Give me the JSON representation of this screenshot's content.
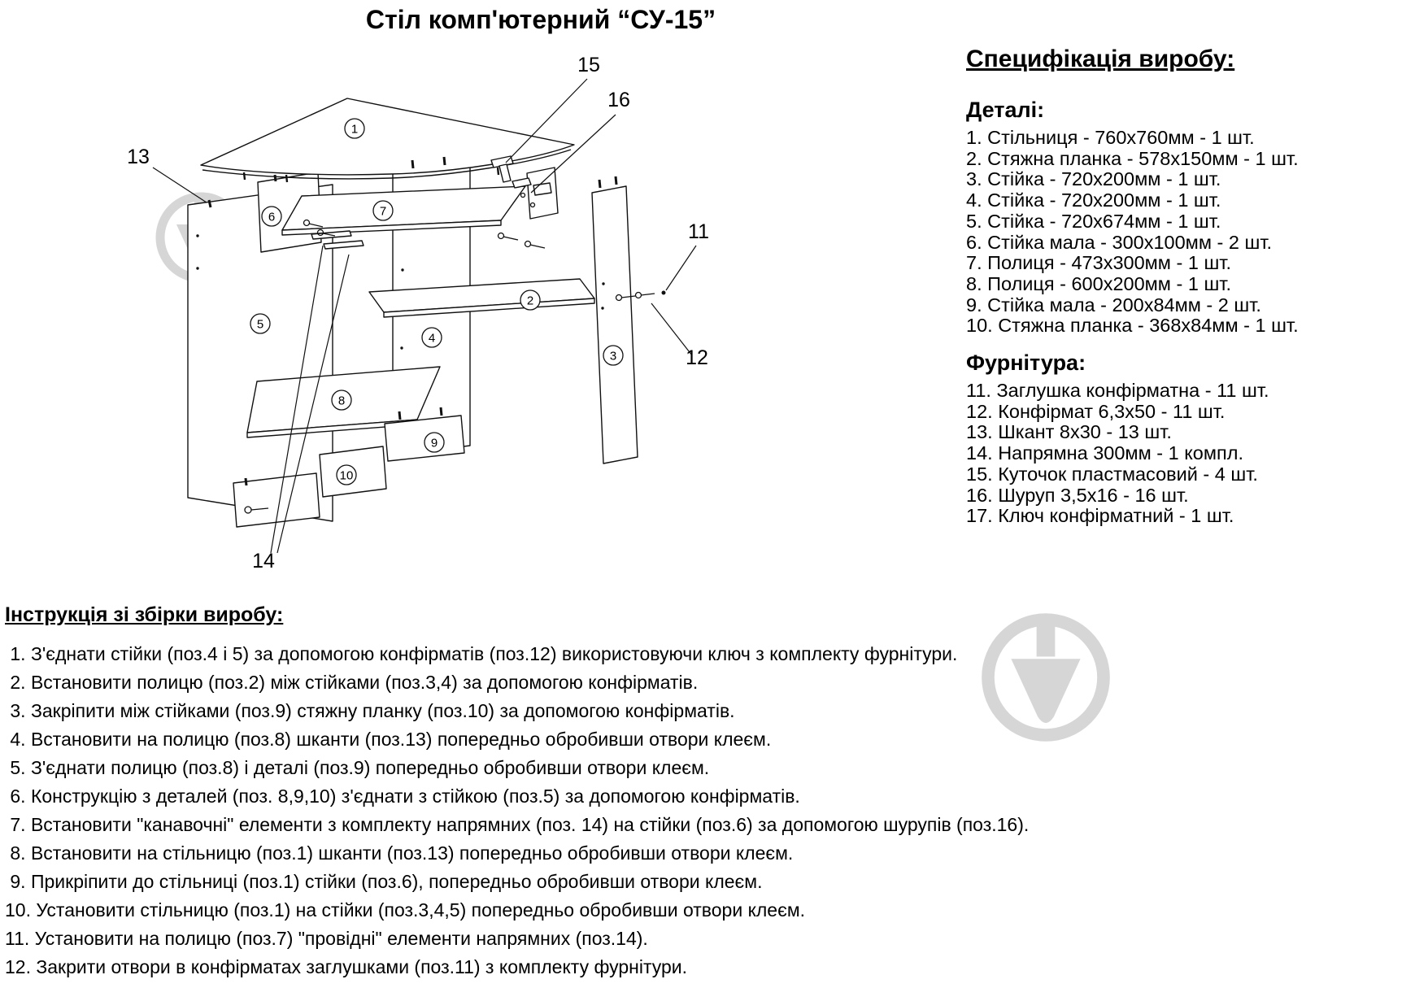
{
  "title": "Стіл комп'ютерний “СУ-15”",
  "spec": {
    "heading": "Специфікація виробу:",
    "details_heading": "Деталі:",
    "details": [
      "1. Стільниця - 760х760мм - 1 шт.",
      "2. Стяжна планка - 578х150мм - 1 шт.",
      "3. Стійка - 720х200мм - 1 шт.",
      "4. Стійка - 720х200мм - 1 шт.",
      "5. Стійка - 720х674мм - 1 шт.",
      "6. Стійка мала - 300х100мм - 2 шт.",
      "7. Полиця - 473х300мм - 1 шт.",
      "8. Полиця - 600х200мм - 1 шт.",
      "9. Стійка мала - 200х84мм - 2 шт.",
      "10. Стяжна планка - 368х84мм - 1 шт."
    ],
    "hardware_heading": "Фурнітура:",
    "hardware": [
      "11. Заглушка конфірматна - 11 шт.",
      "12. Конфірмат 6,3х50 - 11 шт.",
      "13. Шкант 8х30 - 13 шт.",
      "14. Напрямна 300мм - 1 компл.",
      "15. Куточок пластмасовий - 4 шт.",
      "16. Шуруп 3,5х16 - 16 шт.",
      "17. Ключ конфірматний - 1 шт."
    ]
  },
  "instructions": {
    "heading": "Інструкція зі збірки виробу:",
    "steps": [
      " 1. З'єднати стійки (поз.4 і 5) за допомогою конфірматів (поз.12) використовуючи ключ з комплекту фурнітури.",
      " 2. Встановити полицю (поз.2) між стійками (поз.3,4) за допомогою конфірматів.",
      " 3. Закріпити між стійками (поз.9) стяжну планку (поз.10) за допомогою конфірматів.",
      " 4. Встановити на полицю (поз.8) шканти (поз.13) попередньо обробивши отвори клеєм.",
      " 5. З'єднати полицю (поз.8) і деталі (поз.9) попередньо обробивши отвори клеєм.",
      " 6. Конструкцію з деталей (поз. 8,9,10) з'єднати з стійкою (поз.5) за допомогою конфірматів.",
      " 7. Встановити \"канавочні\" елементи з комплекту напрямних (поз. 14) на стійки (поз.6) за допомогою шурупів (поз.16).",
      " 8. Встановити на стільницю (поз.1) шканти (поз.13) попередньо обробивши отвори клеєм.",
      " 9. Прикріпити до стільниці (поз.1) стійки (поз.6), попередньо обробивши отвори клеєм.",
      "10. Установити стільницю (поз.1) на стійки (поз.3,4,5) попередньо обробивши отвори клеєм.",
      "11. Установити на полицю (поз.7) \"провідні\" елементи напрямних (поз.14).",
      "12. Закрити отвори в конфірматах заглушками (поз.11) з комплекту фурнітури."
    ]
  },
  "diagram": {
    "circled": [
      "1",
      "2",
      "3",
      "4",
      "5",
      "6",
      "7",
      "8",
      "9",
      "10"
    ],
    "callouts": [
      "11",
      "12",
      "13",
      "14",
      "15",
      "16"
    ]
  }
}
